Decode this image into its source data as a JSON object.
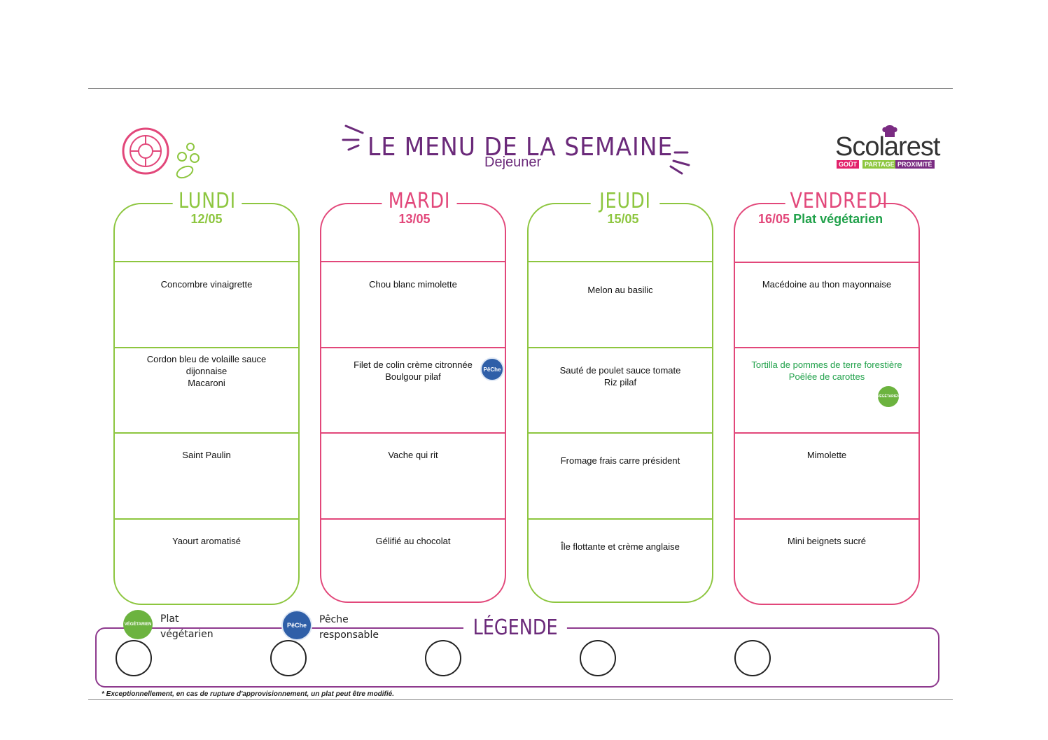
{
  "header": {
    "title": "LE MENU DE LA SEMAINE",
    "subtitle": "Dejeuner"
  },
  "logo": {
    "name": "Scolarest",
    "tags": [
      "GOÛT",
      "PARTAGE",
      "PROXIMITÉ"
    ],
    "colors": [
      "#e2226b",
      "#8dc63f",
      "#7a2b82"
    ]
  },
  "days": [
    {
      "name": "LUNDI",
      "date": "12/05",
      "date_note": "",
      "color": "#8dc63f",
      "items": [
        {
          "lines": [
            "Concombre vinaigrette"
          ]
        },
        {
          "lines": [
            "Cordon bleu de volaille sauce",
            "dijonnaise",
            "Macaroni"
          ]
        },
        {
          "lines": [
            "Saint Paulin"
          ]
        },
        {
          "lines": [
            "Yaourt aromatisé"
          ]
        }
      ]
    },
    {
      "name": "MARDI",
      "date": "13/05",
      "date_note": "",
      "color": "#e2477a",
      "items": [
        {
          "lines": [
            "Chou blanc mimolette"
          ]
        },
        {
          "lines": [
            "Filet de colin crème citronnée",
            "Boulgour pilaf"
          ],
          "badge": "PêChe"
        },
        {
          "lines": [
            "Vache qui rit"
          ]
        },
        {
          "lines": [
            "Gélifié au chocolat"
          ]
        }
      ]
    },
    {
      "name": "JEUDI",
      "date": "15/05",
      "date_note": "",
      "color": "#8dc63f",
      "items": [
        {
          "lines": [
            "Melon au basilic"
          ]
        },
        {
          "lines": [
            "Sauté de poulet sauce tomate",
            "Riz pilaf"
          ]
        },
        {
          "lines": [
            "Fromage frais carre président"
          ]
        },
        {
          "lines": [
            "Île flottante et crème anglaise"
          ]
        }
      ]
    },
    {
      "name": "VENDREDI",
      "date": "16/05",
      "date_note": "Plat végétarien",
      "color": "#e2477a",
      "items": [
        {
          "lines": [
            "Macédoine au thon mayonnaise"
          ]
        },
        {
          "lines": [
            "Tortilla de pommes de terre forestière",
            "Poêlée de carottes"
          ],
          "green": true,
          "badge": "VÉGÉTARIEN"
        },
        {
          "lines": [
            "Mimolette"
          ]
        },
        {
          "lines": [
            "Mini beignets sucré"
          ]
        }
      ]
    }
  ],
  "legend": {
    "title": "LÉGENDE",
    "entries": [
      {
        "label_1": "Plat",
        "label_2": "végétarien",
        "badge": "VÉGÉTARIEN",
        "color": "#6cb33f"
      },
      {
        "label_1": "Pêche",
        "label_2": "responsable",
        "badge": "PêChe",
        "color": "#2f5fa8"
      }
    ]
  },
  "footnote": "* Exceptionnellement, en cas de rupture d'approvisionnement, un plat peut être modifié.",
  "colors": {
    "green": "#8dc63f",
    "pink": "#e2477a",
    "purple": "#6b2a7a",
    "veg_text": "#20a14a"
  }
}
